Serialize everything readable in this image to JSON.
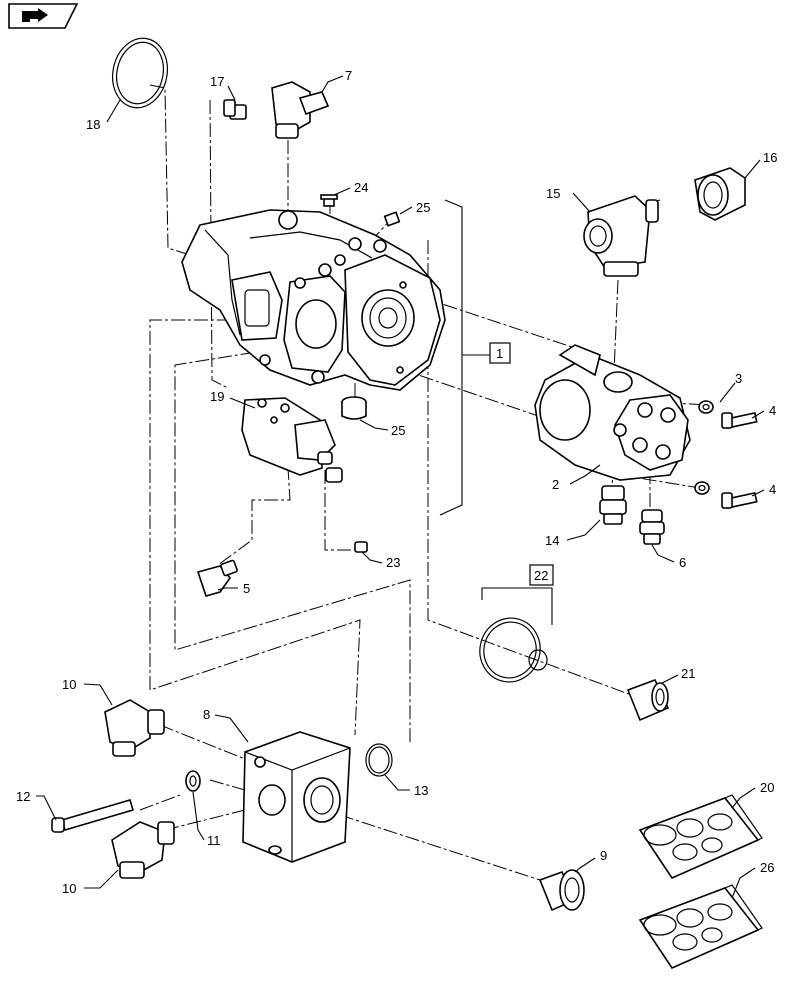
{
  "nav": {
    "icon": "page-forward-icon"
  },
  "callouts": {
    "c1": "1",
    "c2": "2",
    "c3": "3",
    "c4a": "4",
    "c4b": "4",
    "c5": "5",
    "c6": "6",
    "c7": "7",
    "c8": "8",
    "c9": "9",
    "c10a": "10",
    "c10b": "10",
    "c11": "11",
    "c12": "12",
    "c13": "13",
    "c14": "14",
    "c15": "15",
    "c16": "16",
    "c17": "17",
    "c18": "18",
    "c19": "19",
    "c20": "20",
    "c21": "21",
    "c22": "22",
    "c23": "23",
    "c24": "24",
    "c25a": "25",
    "c25b": "25",
    "c26": "26"
  }
}
